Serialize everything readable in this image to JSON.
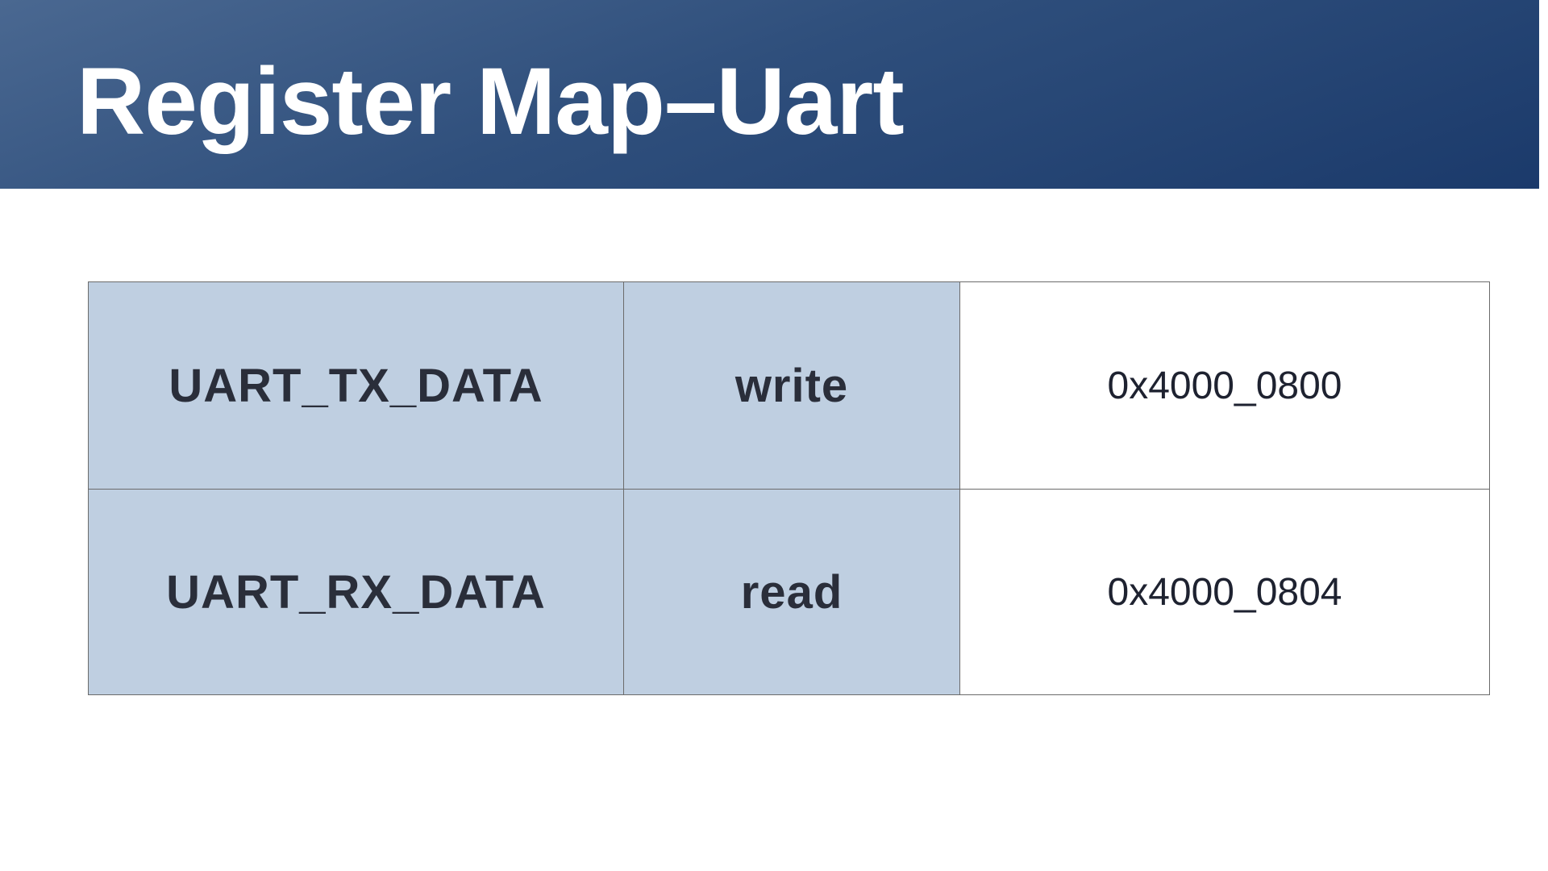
{
  "slide": {
    "title": "Register Map–Uart"
  },
  "register_table": {
    "rows": [
      {
        "name": "UART_TX_DATA",
        "access": "write",
        "address": "0x4000_0800"
      },
      {
        "name": "UART_RX_DATA",
        "access": "read",
        "address": "0x4000_0804"
      }
    ]
  },
  "colors": {
    "title_band_start": "#4a6891",
    "title_band_end": "#1b3a6b",
    "shaded_cell": "#bfcfe1",
    "cell_text": "#2a2e3a"
  }
}
